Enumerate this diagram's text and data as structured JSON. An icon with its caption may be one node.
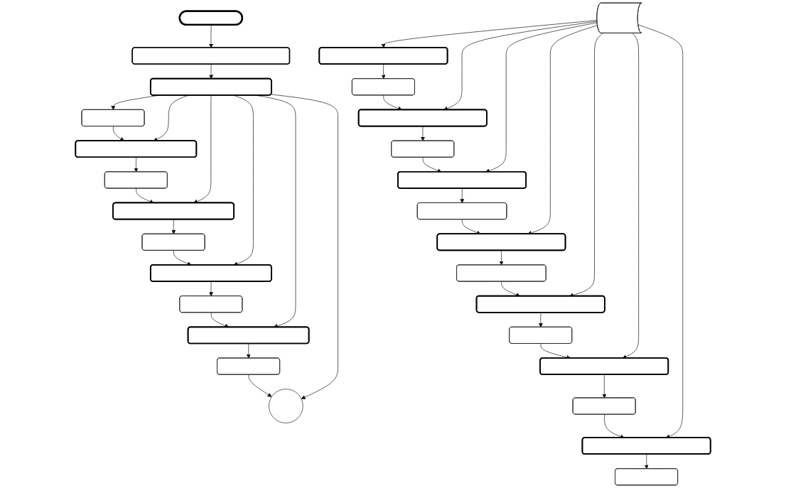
{
  "diagram": {
    "nodes": [
      {
        "text": [],
        "shape": "stadium"
      },
      {
        "text": [],
        "shape": "box"
      },
      {
        "text": [],
        "shape": "box"
      },
      {
        "text": [],
        "shape": "box"
      },
      {
        "text": [],
        "shape": "box"
      },
      {
        "text": [],
        "shape": "box"
      },
      {
        "text": [],
        "shape": "box"
      },
      {
        "text": [],
        "shape": "box"
      },
      {
        "text": [],
        "shape": "box"
      },
      {
        "text": [],
        "shape": "box"
      },
      {
        "text": [],
        "shape": "box"
      },
      {
        "text": [],
        "shape": "box"
      },
      {
        "text": [],
        "shape": "circle"
      },
      {
        "text": [],
        "shape": "box"
      },
      {
        "text": [],
        "shape": "box"
      },
      {
        "text": [],
        "shape": "box"
      },
      {
        "text": [],
        "shape": "box"
      },
      {
        "text": [],
        "shape": "box"
      },
      {
        "text": [],
        "shape": "box"
      },
      {
        "text": [],
        "shape": "box"
      },
      {
        "text": [],
        "shape": "box"
      },
      {
        "text": [],
        "shape": "box"
      },
      {
        "text": [],
        "shape": "box"
      },
      {
        "text": [],
        "shape": "box"
      },
      {
        "text": [],
        "shape": "box"
      },
      {
        "text": [],
        "shape": "box"
      },
      {
        "text": [],
        "shape": "box"
      },
      {
        "text": [],
        "shape": "box"
      }
    ],
    "edges": [
      {
        "from": 0,
        "to": 1,
        "arrow": "to"
      },
      {
        "from": 1,
        "to": 2,
        "arrow": "to"
      },
      {
        "from": 2,
        "to": 3,
        "arrow": "to"
      },
      {
        "from": 3,
        "to": 4,
        "arrow": "to"
      },
      {
        "from": 2,
        "to": 4,
        "arrow": "to"
      },
      {
        "from": 4,
        "to": 5,
        "arrow": "to"
      },
      {
        "from": 5,
        "to": 6,
        "arrow": "to"
      },
      {
        "from": 2,
        "to": 6,
        "arrow": "to"
      },
      {
        "from": 6,
        "to": 7,
        "arrow": "to"
      },
      {
        "from": 7,
        "to": 8,
        "arrow": "to"
      },
      {
        "from": 2,
        "to": 8,
        "arrow": "to"
      },
      {
        "from": 8,
        "to": 9,
        "arrow": "to"
      },
      {
        "from": 9,
        "to": 10,
        "arrow": "to"
      },
      {
        "from": 2,
        "to": 10,
        "arrow": "to"
      },
      {
        "from": 10,
        "to": 11,
        "arrow": "to"
      },
      {
        "from": 11,
        "to": 12,
        "arrow": "to"
      },
      {
        "from": 2,
        "to": 12,
        "arrow": "to"
      },
      {
        "from": 13,
        "to": 14,
        "arrow": "to"
      },
      {
        "from": 14,
        "to": 15,
        "arrow": "to"
      },
      {
        "from": 15,
        "to": 16,
        "arrow": "to"
      },
      {
        "from": 13,
        "to": 16,
        "arrow": "to"
      },
      {
        "from": 16,
        "to": 17,
        "arrow": "to"
      },
      {
        "from": 17,
        "to": 18,
        "arrow": "to"
      },
      {
        "from": 13,
        "to": 18,
        "arrow": "to"
      },
      {
        "from": 18,
        "to": 19,
        "arrow": "to"
      },
      {
        "from": 19,
        "to": 20,
        "arrow": "to"
      },
      {
        "from": 13,
        "to": 20,
        "arrow": "to"
      },
      {
        "from": 20,
        "to": 21,
        "arrow": "to"
      },
      {
        "from": 21,
        "to": 22,
        "arrow": "to"
      },
      {
        "from": 13,
        "to": 22,
        "arrow": "to"
      },
      {
        "from": 22,
        "to": 23,
        "arrow": "to"
      },
      {
        "from": 23,
        "to": 24,
        "arrow": "to"
      },
      {
        "from": 13,
        "to": 24,
        "arrow": "to"
      },
      {
        "from": 24,
        "to": 25,
        "arrow": "to"
      },
      {
        "from": 25,
        "to": 26,
        "arrow": "to"
      },
      {
        "from": 13,
        "to": 26,
        "arrow": "to"
      },
      {
        "from": 26,
        "to": 27,
        "arrow": "to"
      }
    ]
  }
}
